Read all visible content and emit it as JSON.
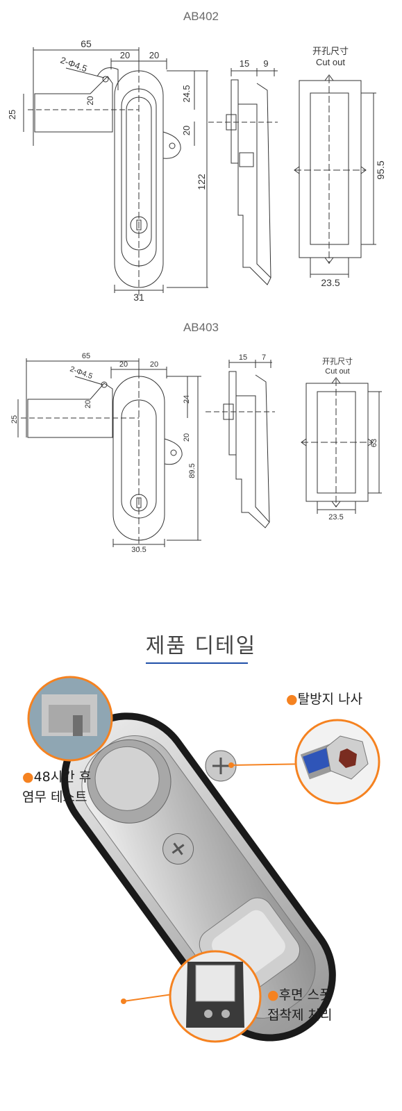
{
  "drawings": [
    {
      "model": "AB402",
      "dims": {
        "overall_width": "65",
        "hole_spacing_a": "20",
        "hole_spacing_b": "20",
        "holes": "2-Φ4.5",
        "hole_offset": "20",
        "handle_width": "25",
        "top_offset": "24.5",
        "mid_offset": "20",
        "height": "122",
        "body_width": "31",
        "side_a": "15",
        "side_b": "9",
        "cutout_cn": "开孔尺寸",
        "cutout_en": "Cut out",
        "cutout_height": "95.5",
        "cutout_width": "23.5"
      }
    },
    {
      "model": "AB403",
      "dims": {
        "overall_width": "65",
        "hole_spacing_a": "20",
        "hole_spacing_b": "20",
        "holes": "2-Φ4.5",
        "hole_offset": "20",
        "handle_width": "25",
        "top_offset": "24",
        "mid_offset": "20",
        "height": "89.5",
        "body_width": "30.5",
        "side_a": "15",
        "side_b": "7",
        "cutout_cn": "开孔尺寸",
        "cutout_en": "Cut out",
        "cutout_height": "63",
        "cutout_width": "23.5"
      }
    }
  ],
  "section": {
    "title": "제품 디테일"
  },
  "callouts": {
    "screw": "탈방지 나사",
    "salt_test_line1": "48시간 후",
    "salt_test_line2": "염무 테스트",
    "sponge_line1": "후면 스폿",
    "sponge_line2": "접착제 처리"
  },
  "colors": {
    "accent": "#f58220",
    "underline": "#1f4fa8",
    "line": "#333333"
  }
}
